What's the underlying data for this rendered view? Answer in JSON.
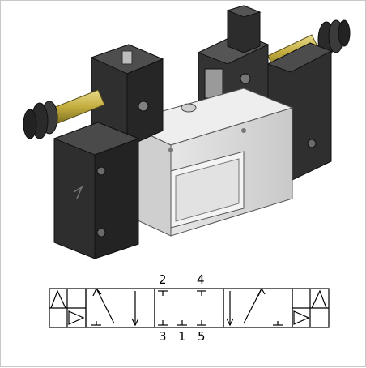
{
  "colors": {
    "body_light": "#dcdcdc",
    "body_mid": "#bdbdbd",
    "block_dark": "#2e2e2e",
    "block_mid": "#4a4a4a",
    "brass": "#c9b44a",
    "brass_dark": "#8a7a2a",
    "line": "#000000"
  },
  "icons": [
    "solenoid-valve-illustration",
    "valve-schematic-symbol"
  ],
  "schematic": {
    "ports_top": [
      "2",
      "4"
    ],
    "ports_bottom": [
      "3",
      "1",
      "5"
    ]
  }
}
